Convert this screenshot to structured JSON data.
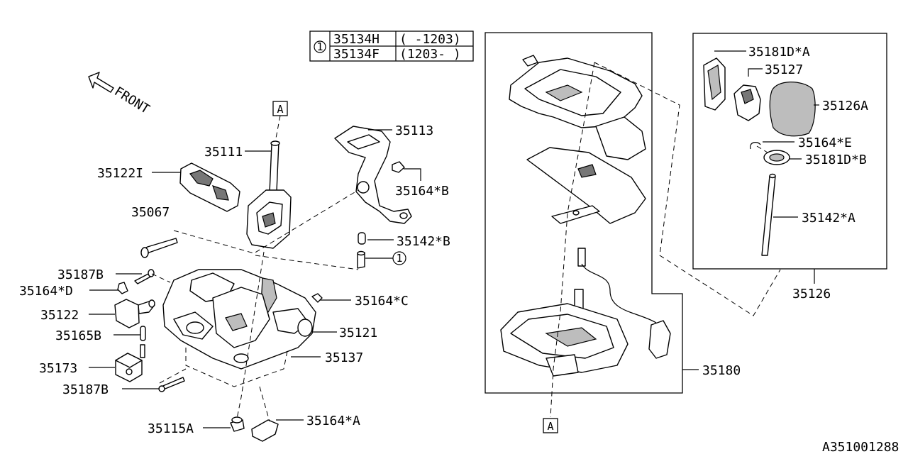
{
  "legend": {
    "marker": "1",
    "rows": [
      {
        "part": "35134H",
        "range": "( -1203)"
      },
      {
        "part": "35134F",
        "range": "(1203- )"
      }
    ]
  },
  "front_label": "FRONT",
  "ref_marker": "A",
  "labels": {
    "p35111": "35111",
    "p35113": "35113",
    "p35122I": "35122I",
    "p35164B": "35164*B",
    "p35067": "35067",
    "p35142B": "35142*B",
    "p35187B_top": "35187B",
    "p35164D": "35164*D",
    "p35164C": "35164*C",
    "p35122": "35122",
    "p35121": "35121",
    "p35165B": "35165B",
    "p35137": "35137",
    "p35173": "35173",
    "p35187B_bot": "35187B",
    "p35115A": "35115A",
    "p35164A": "35164*A",
    "p35181DA": "35181D*A",
    "p35127": "35127",
    "p35126A": "35126A",
    "p35164E": "35164*E",
    "p35181DB": "35181D*B",
    "p35142A": "35142*A",
    "p35126": "35126",
    "p35180": "35180"
  },
  "diagram_id": "A351001288"
}
